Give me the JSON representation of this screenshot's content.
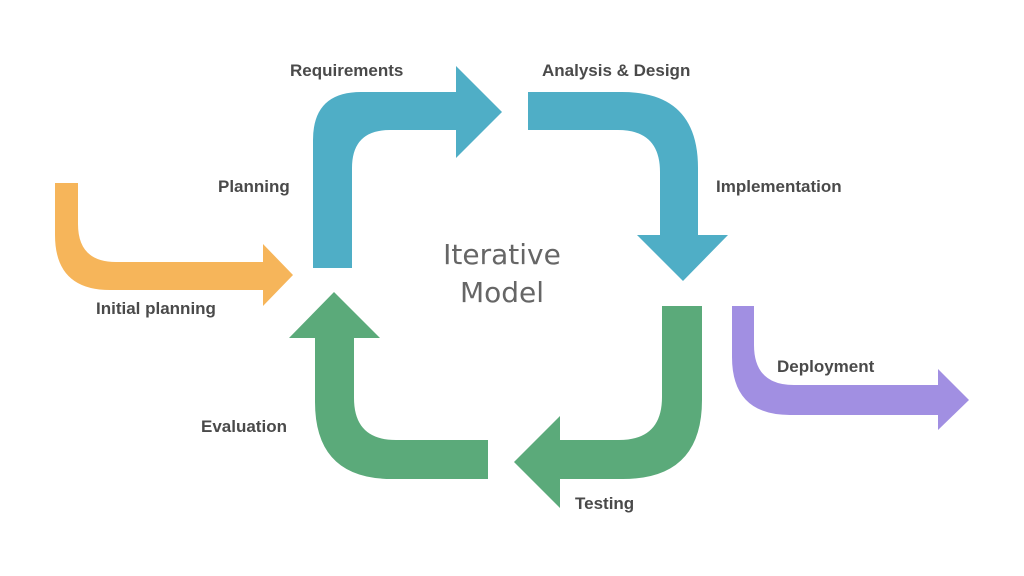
{
  "center": {
    "line1": "Iterative",
    "line2": "Model"
  },
  "labels": {
    "requirements": "Requirements",
    "analysis_design": "Analysis & Design",
    "planning": "Planning",
    "implementation": "Implementation",
    "initial_planning": "Initial planning",
    "deployment": "Deployment",
    "evaluation": "Evaluation",
    "testing": "Testing"
  },
  "colors": {
    "cycle_blue": "#4faec6",
    "entry_orange": "#f6b55a",
    "exit_purple": "#a18fe2",
    "cycle_green": "#5baa7a"
  }
}
